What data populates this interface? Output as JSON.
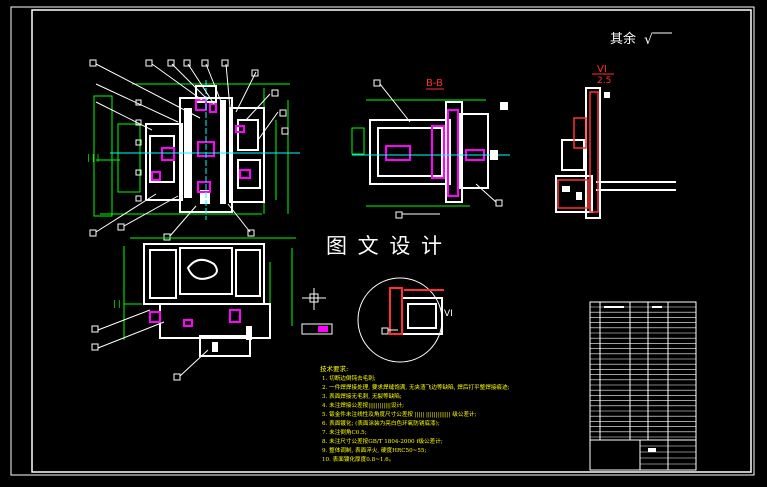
{
  "watermark": "图 文 设 计",
  "roughness_note": {
    "prefix": "其余",
    "symbol": "√"
  },
  "section_label": "B-B",
  "detail": {
    "label": "VI",
    "scale": "2.5",
    "circle_label": "VI"
  },
  "notes": {
    "heading": "技术要求:",
    "items": [
      "1. 切断边倒钝去毛刺;",
      "2. 一件焊焊接处理, 要求焊缝饱满, 无夹渣飞边等缺陷, 焊后打平整焊接痕迹;",
      "3. 表面焊接无毛刺, 无裂等缺陷;",
      "4. 未注焊接公差按||||||||||||设计;",
      "5. 钣金件未注线性及角度尺寸公差按 ||||| ||||||||||||| 级公差计;",
      "6. 表面镀化; (表面涂装为亮白色环氧防锈底漆);",
      "7. 未注倒角C0.5;",
      "8. 未注尺寸公差按GB/T 1804-2000 f级公差计;",
      "9. 整体调制, 表面淬火, 硬度HRC50~55;",
      "10. 表面镀化厚度0.8~1.6。"
    ]
  },
  "colors": {
    "background": "#000000",
    "frame": "#ffffff",
    "dimension": "#00ff00",
    "hatch": "#ff00ff",
    "center": "#00ffff",
    "section": "#ff3030",
    "notes": "#ffff00",
    "leader": "#ffffff"
  }
}
